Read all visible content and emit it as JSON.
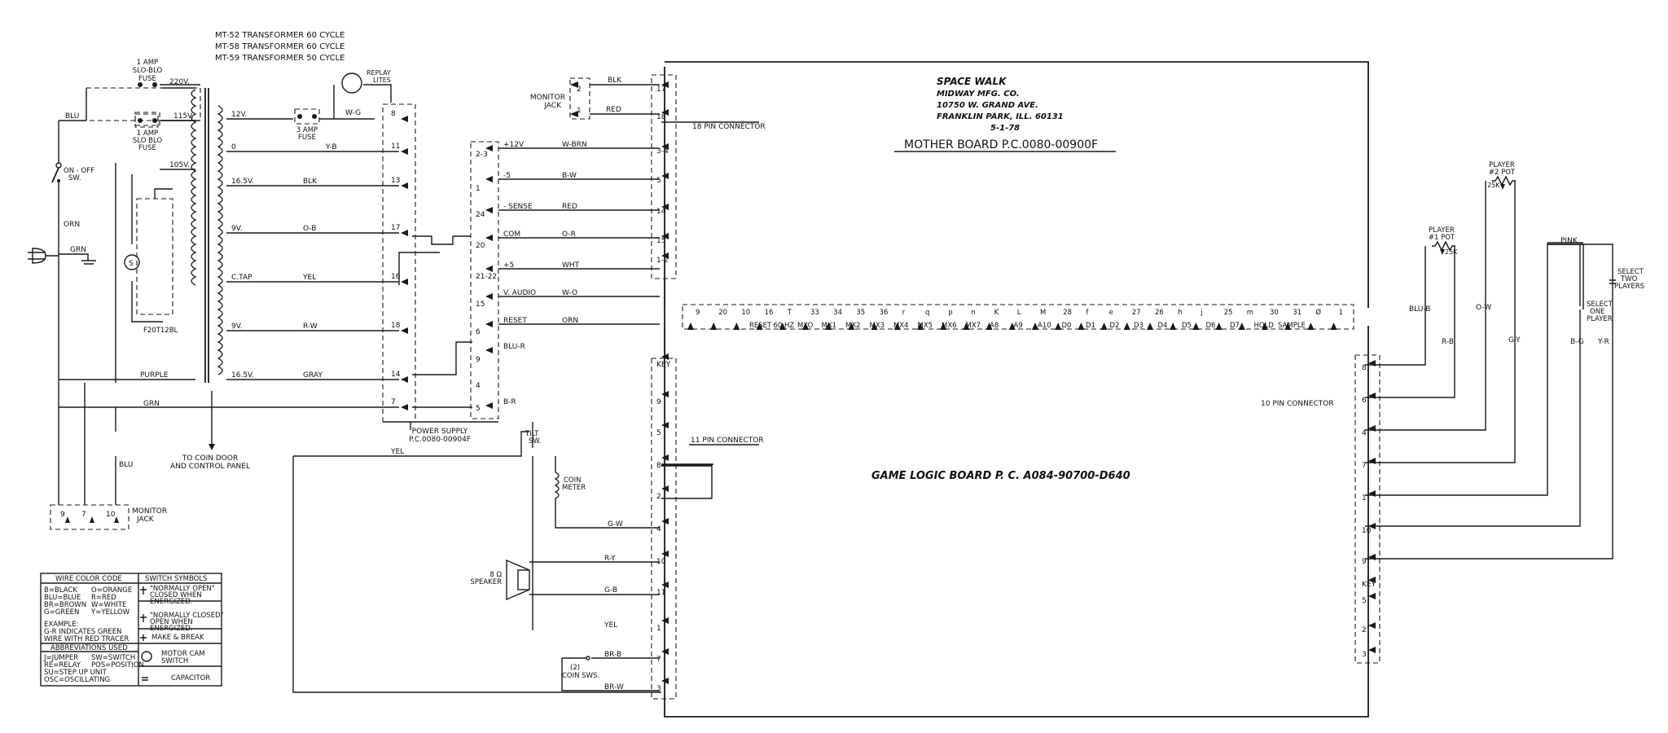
{
  "transformers": [
    "MT-52 TRANSFORMER   60 CYCLE",
    "MT-58 TRANSFORMER   60 CYCLE",
    "MT-59 TRANSFORMER   50 CYCLE"
  ],
  "title_block": {
    "game": "SPACE  WALK",
    "maker": "MIDWAY  MFG. CO.",
    "address": "10750  W.  GRAND  AVE.",
    "city": "FRANKLIN  PARK,  ILL.  60131",
    "date": "5-1-78"
  },
  "mother_board": "MOTHER BOARD P.C.0080-00900F",
  "game_logic_board": "GAME  LOGIC  BOARD  P. C.  A084-90700-D640",
  "power_supply": [
    "POWER SUPPLY",
    "P.C.0080-00904F"
  ],
  "connectors": {
    "pin18": "18 PIN CONNECTOR",
    "pin11": "11 PIN CONNECTOR",
    "pin10": "10 PIN CONNECTOR"
  },
  "left_labels": {
    "fuse_top": [
      "1 AMP",
      "SLO-BLO",
      "FUSE"
    ],
    "fuse_mid": [
      "1 AMP",
      "SLO BLO",
      "FUSE"
    ],
    "fuse_3amp": [
      "3 AMP",
      "FUSE"
    ],
    "replay": [
      "REPLAY",
      "LITES"
    ],
    "on_off": [
      "ON - OFF",
      "SW."
    ],
    "coin_door": [
      "TO COIN DOOR",
      "AND CONTROL PANEL"
    ],
    "monitor_jack_left": [
      "MONITOR",
      "JACK"
    ],
    "monitor_jack_top": [
      "MONITOR",
      "JACK"
    ],
    "f2": "F20T12BL",
    "tilt": [
      "TILT",
      "SW."
    ],
    "coin_meter": [
      "COIN",
      "METER"
    ],
    "speaker": [
      "8 Ω",
      "SPEAKER"
    ],
    "coin_sws": [
      "(2)",
      "COIN SWS."
    ]
  },
  "voltages": [
    "220V.",
    "115V.",
    "105V.",
    "12V.",
    "0",
    "16.5V.",
    "9V.",
    "C.TAP",
    "9V.",
    "16.5V."
  ],
  "wires_left": [
    "BLU",
    "ORN",
    "GRN",
    "W-G",
    "Y-B",
    "BLK",
    "O-B",
    "YEL",
    "R-W",
    "GRAY",
    "PURPLE",
    "GRN",
    "BLU",
    "YEL"
  ],
  "ps_pins": [
    "8",
    "11",
    "13",
    "17",
    "16",
    "18",
    "14",
    "7"
  ],
  "ps_right_pins": [
    "2-3",
    "1",
    "24",
    "20",
    "21-22",
    "15",
    "6",
    "9",
    "4",
    "5"
  ],
  "ps_outputs": [
    "+12V",
    "-5",
    "- SENSE",
    "COM",
    "+5",
    "V. AUDIO",
    "RESET",
    "BLU-R",
    "B-R"
  ],
  "mid_wires": [
    "W-BRN",
    "B-W",
    "RED",
    "O-R",
    "WHT",
    "W-O",
    "ORN"
  ],
  "top_jack": {
    "wires": [
      "BLK",
      "RED"
    ],
    "pins": [
      "2",
      "1"
    ]
  },
  "pin18_numbers": [
    "17",
    "18",
    "3-4",
    "5",
    "14",
    "15",
    "1-2"
  ],
  "mb_header_nums": [
    "9",
    "20",
    "10",
    "16",
    "T",
    "33",
    "34",
    "35",
    "36",
    "r",
    "q",
    "p",
    "n",
    "K",
    "L",
    "M",
    "28",
    "f",
    "e",
    "27",
    "26",
    "h",
    "j",
    "25",
    "m",
    "30",
    "31",
    "Ø",
    "1"
  ],
  "mb_header_names": [
    "RESET",
    "60 HZ",
    "MXO",
    "MX1",
    "MX2",
    "MX3",
    "MX4",
    "MX5",
    "MX6",
    "MX7",
    "A8",
    "A9",
    "A10",
    "D0",
    "D1",
    "D2",
    "D3",
    "D4",
    "D5",
    "D6",
    "D7",
    "HOLD",
    "SAMPLE"
  ],
  "pin11_numbers": [
    "KEY",
    "9",
    "5",
    "8",
    "2",
    "4",
    "10",
    "11",
    "1",
    "7",
    "3"
  ],
  "pin11_wires": [
    "G-W",
    "R-Y",
    "G-B",
    "YEL",
    "BR-B",
    "BR-W"
  ],
  "pin10_numbers": [
    "8",
    "6",
    "4",
    "7",
    "1",
    "10",
    "9",
    "KEY",
    "5",
    "2",
    "3"
  ],
  "right_wires": [
    "BLU-B",
    "R-B",
    "O-W",
    "G-Y",
    "B-G",
    "Y-R",
    "PINK"
  ],
  "pots": {
    "p1": [
      "PLAYER",
      "#1 POT"
    ],
    "p1_val": "25K",
    "p2": [
      "PLAYER",
      "#2 POT"
    ],
    "p2_val": "25K",
    "select2": [
      "SELECT",
      "TWO",
      "PLAYERS"
    ],
    "select1": [
      "SELECT",
      "ONE",
      "PLAYER"
    ]
  },
  "monitor_jack_pins": [
    "9",
    "7",
    "10"
  ],
  "legend": {
    "wire_title": "WIRE COLOR CODE",
    "switch_title": "SWITCH SYMBOLS",
    "codes_left": [
      "B=BLACK",
      "BLU=BLUE",
      "BR=BROWN",
      "G=GREEN"
    ],
    "codes_right": [
      "O=ORANGE",
      "R=RED",
      "W=WHITE",
      "Y=YELLOW"
    ],
    "example": [
      "EXAMPLE:",
      "G-R  INDICATES GREEN",
      "WIRE  WITH  RED TRACER"
    ],
    "abbr_title": "ABBREVIATIONS  USED",
    "abbr_left": [
      "J=JUMPER",
      "RE=RELAY",
      "SU=STEP UP UNIT",
      "OSC=OSCILLATING"
    ],
    "abbr_right": [
      "SW=SWITCH",
      "POS=POSITION"
    ],
    "sw1": [
      "\"NORMALLY OPEN\"",
      "CLOSED WHEN",
      "ENERGIZED."
    ],
    "sw2": [
      "\"NORMALLY CLOSED\"",
      "OPEN WHEN",
      "ENERGIZED."
    ],
    "sw3": "MAKE & BREAK",
    "sw4": [
      "MOTOR CAM",
      "SWITCH"
    ],
    "sw5": "CAPACITOR"
  }
}
